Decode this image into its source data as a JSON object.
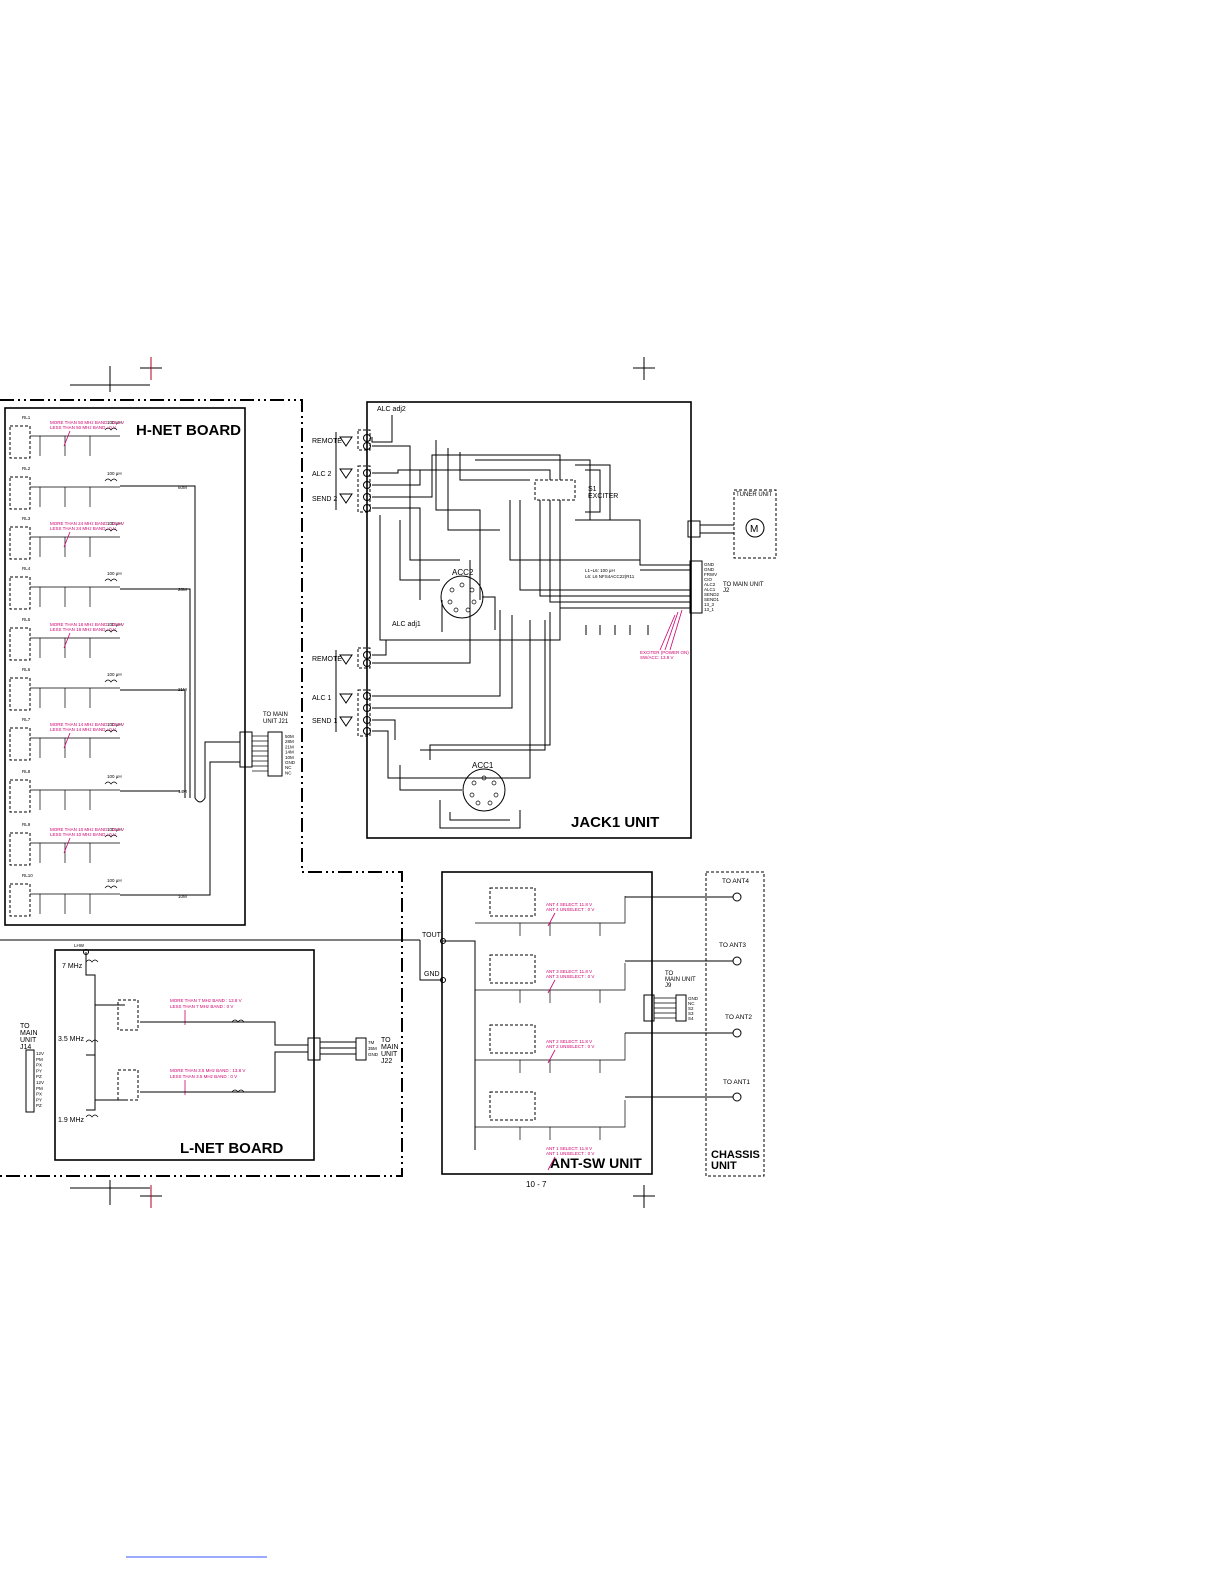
{
  "boards": {
    "hnet": "H-NET BOARD",
    "lnet": "L-NET BOARD",
    "jack1": "JACK1 UNIT",
    "antsw": "ANT-SW UNIT",
    "chassis_line1": "CHASSIS",
    "chassis_line2": "UNIT"
  },
  "page_number": "10 - 7",
  "jack1": {
    "alc_adj2": "ALC adj2",
    "alc_adj1": "ALC adj1",
    "remote_top": "REMOTE",
    "alc2": "ALC 2",
    "send2": "SEND 2",
    "remote_bottom": "REMOTE",
    "alc1": "ALC 1",
    "send1": "SEND 1",
    "acc2": "ACC2",
    "acc1": "ACC1",
    "s1": "S1",
    "exciter": "EXCITER",
    "tuner_unit": "TUNER UNIT",
    "motor": "M",
    "to_main_unit": "TO MAIN UNIT",
    "to_main_j2": "J2",
    "j2_pins": [
      "GND",
      "GND",
      "FRWV",
      "CIO",
      "ALC2",
      "ALC1",
      "SEND2",
      "SEND1",
      "13_3",
      "13_1"
    ],
    "exciter_note1": "EXCITER (POWER ON)",
    "exciter_note2": "SW/ACC: 13.8 V",
    "l_note": "L1~L6: 100 μH",
    "l_note2": "L6: L6 NFS4ACC22(R11"
  },
  "hnet": {
    "to_main_unit": "TO MAIN",
    "to_main_unit2": "UNIT J21",
    "bands": [
      "60M",
      "28M",
      "21M",
      "14M",
      "10M"
    ],
    "pins": [
      "50M",
      "28M",
      "21M",
      "14M",
      "10M",
      "GND",
      "NC",
      "NC"
    ],
    "notes": [
      [
        "MORE THAN 50 MHz BAND : 13.8 V",
        "LESS THAN 50 MHz BAND : 0 V"
      ],
      [
        "MORE THAN 24 MHz BAND : 13.8 V",
        "LESS THAN 24 MHz BAND : 0 V"
      ],
      [
        "MORE THAN 18 MHz BAND : 13.8 V",
        "LESS THAN 18 MHz BAND : 0 V"
      ],
      [
        "MORE THAN 14 MHz BAND : 13.8 V",
        "LESS THAN 14 MHz BAND : 0 V"
      ],
      [
        "MORE THAN 10 MHz BAND : 13.8 V",
        "LESS THAN 10 MHz BAND : 0 V"
      ]
    ],
    "relay_labels": [
      "RL1",
      "RL2",
      "RL3",
      "RL4",
      "RL5",
      "RL6",
      "RL7",
      "RL8",
      "RL9",
      "RL10"
    ],
    "coil_value": "100 μH"
  },
  "lnet": {
    "band_7": "7 MHz",
    "band_35": "3.5 MHz",
    "band_19": "1.9 MHz",
    "to_main": "TO",
    "to_main2": "MAIN",
    "to_main3": "UNIT",
    "to_main4": "J14",
    "to_main_right": "TO",
    "to_main_right2": "MAIN",
    "to_main_right3": "UNIT",
    "to_main_right4": "J22",
    "note7_1": "MORE THAN 7 MHz BAND : 13.8 V",
    "note7_2": "LESS THAN   7 MHz BAND : 0 V",
    "note35_1": "MORE THAN 3.5 MHz BAND : 13.8 V",
    "note35_2": "LESS THAN   3.5 MHz BAND : 0 V",
    "j14_pins": [
      "12V",
      "PM",
      "PX",
      "PY",
      "PZ",
      "12V",
      "PM",
      "PX",
      "PY",
      "PZ"
    ],
    "right_pins": [
      "7M",
      "35M",
      "GND"
    ],
    "tout": "TOUT",
    "gnd": "GND",
    "lhw": "LHW"
  },
  "antsw": {
    "to_main": "TO",
    "to_main2": "MAIN UNIT",
    "to_main3": "J9",
    "notes": [
      [
        "ANT 4 SELECT: 11.8 V",
        "ANT 4 UNSELECT : 0 V"
      ],
      [
        "ANT 3 SELECT: 11.8 V",
        "ANT 3 UNSELECT : 0 V"
      ],
      [
        "ANT 2 SELECT: 11.8 V",
        "ANT 2 UNSELECT : 0 V"
      ],
      [
        "ANT 1 SELECT: 11.8 V",
        "ANT 1 UNSELECT : 0 V"
      ]
    ],
    "pins": [
      "GND",
      "NC",
      "S2",
      "S3",
      "S4"
    ]
  },
  "chassis": {
    "ant4": "TO ANT4",
    "ant3": "TO ANT3",
    "ant2": "TO ANT2",
    "ant1": "TO ANT1"
  }
}
